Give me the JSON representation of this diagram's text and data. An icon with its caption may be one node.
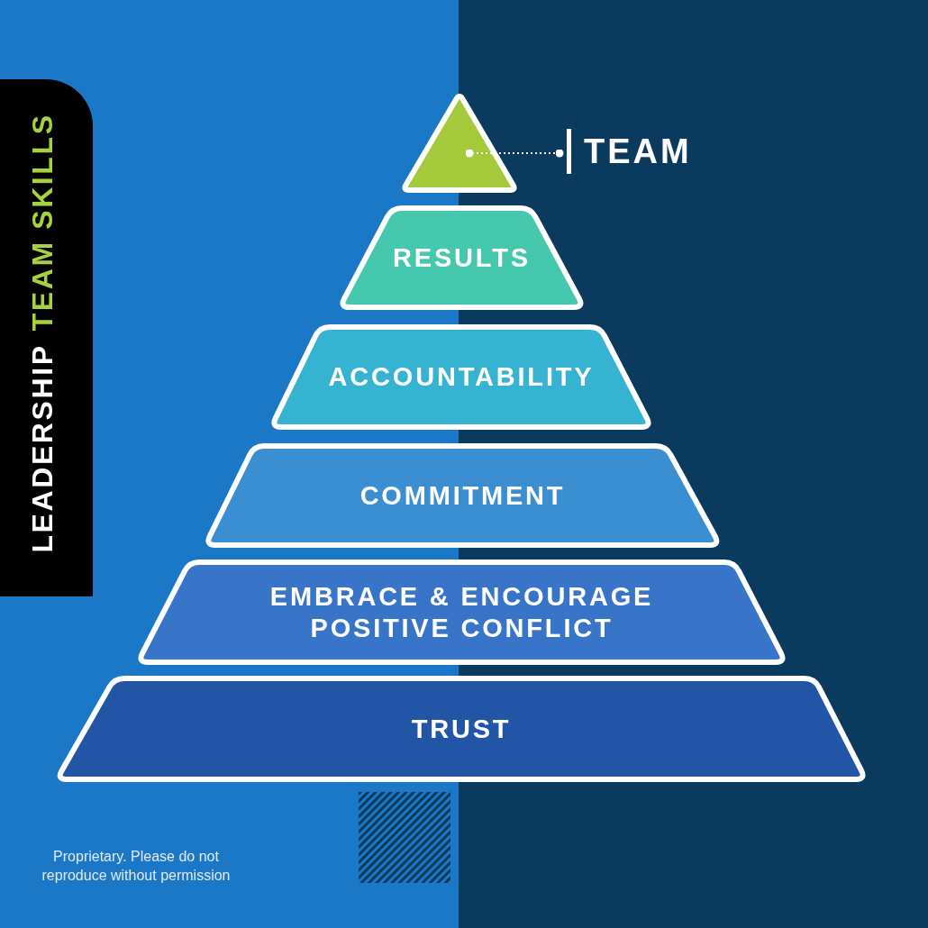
{
  "diagram": {
    "nodes": [
      {
        "text": [
          "LEADERSHIP",
          "TEAM SKILLS"
        ]
      },
      {
        "text": [],
        "shape": "triangle"
      },
      {
        "text": [
          "TEAM"
        ]
      },
      {
        "text": [
          "RESULTS"
        ]
      },
      {
        "text": [
          "ACCOUNTABILITY"
        ]
      },
      {
        "text": [
          "COMMITMENT"
        ]
      },
      {
        "text": [
          "EMBRACE & ENCOURAGE POSITIVE CONFLICT"
        ]
      },
      {
        "text": [
          "TRUST"
        ]
      },
      {
        "text": [],
        "shape": "box"
      }
    ],
    "edges": [
      {
        "from": 2,
        "to": 1,
        "arrow": "other",
        "style": "dashed"
      }
    ],
    "labels": [
      "Proprietary. Please do not reproduce without permission"
    ]
  }
}
